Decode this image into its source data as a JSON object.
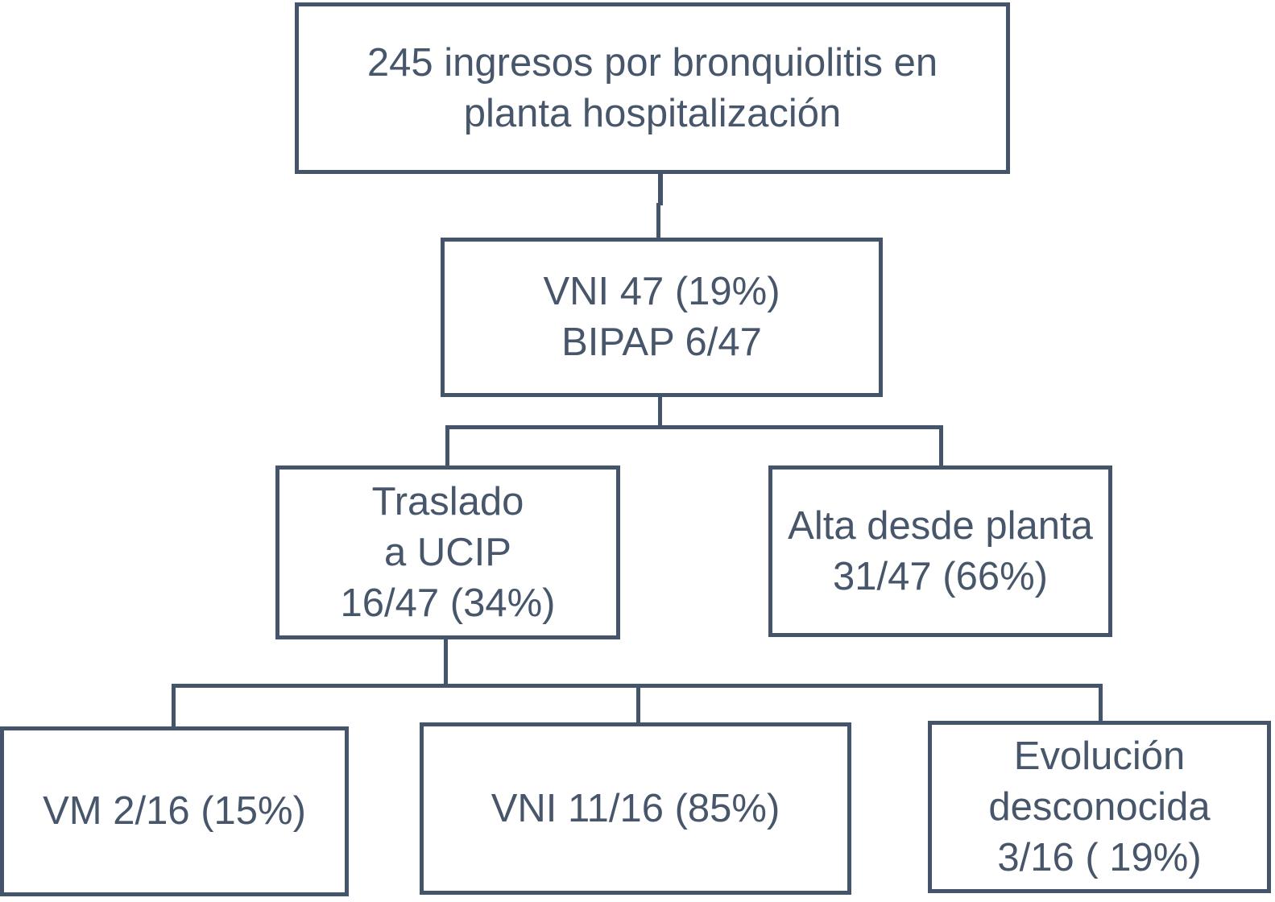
{
  "colors": {
    "line": "#44546A",
    "text": "#47566B",
    "background": "#FFFFFF"
  },
  "nodes": {
    "root": {
      "lines": [
        "245 ingresos por bronquiolitis en",
        "planta hospitalización"
      ]
    },
    "vni": {
      "lines": [
        "VNI 47 (19%)",
        "BIPAP 6/47"
      ]
    },
    "traslado": {
      "lines": [
        "Traslado",
        "a UCIP",
        "16/47 (34%)"
      ]
    },
    "alta": {
      "lines": [
        "Alta desde planta",
        "31/47 (66%)"
      ]
    },
    "vm": {
      "lines": [
        "VM 2/16 (15%)"
      ]
    },
    "vni_ucip": {
      "lines": [
        "VNI 11/16 (85%)"
      ]
    },
    "evolucion": {
      "lines": [
        "Evolución",
        "desconocida",
        "3/16 ( 19%)"
      ]
    }
  },
  "edges": [
    {
      "from": "root",
      "to": "vni"
    },
    {
      "from": "vni",
      "to": "traslado"
    },
    {
      "from": "vni",
      "to": "alta"
    },
    {
      "from": "traslado",
      "to": "vm"
    },
    {
      "from": "traslado",
      "to": "vni_ucip"
    },
    {
      "from": "traslado",
      "to": "evolucion"
    }
  ]
}
